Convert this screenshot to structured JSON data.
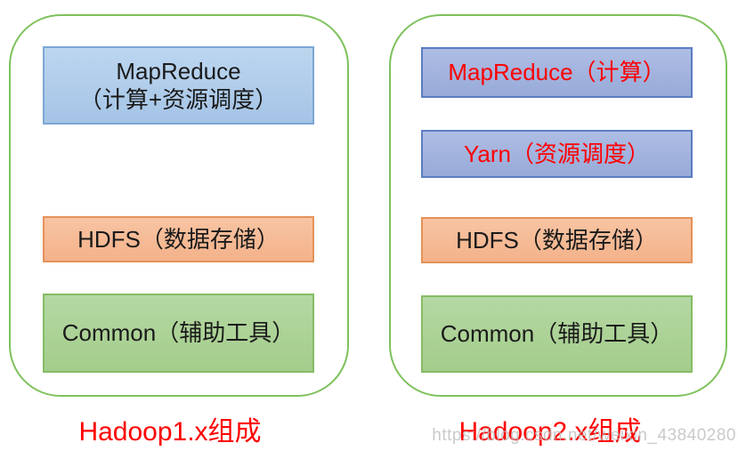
{
  "panels": [
    {
      "caption": "Hadoop1.x组成",
      "boxes": {
        "mapreduce_line1": "MapReduce",
        "mapreduce_line2": "（计算+资源调度）",
        "hdfs": "HDFS（数据存储）",
        "common": "Common（辅助工具）"
      }
    },
    {
      "caption": "Hadoop2.x组成",
      "boxes": {
        "mapreduce": "MapReduce（计算）",
        "yarn": "Yarn（资源调度）",
        "hdfs": "HDFS（数据存储）",
        "common": "Common（辅助工具）"
      }
    }
  ],
  "watermark": "https://blog.csdn.net/weixin_43840280",
  "colors": {
    "container_border": "#7ec15b",
    "blue_light_fill": "#a9c7e8",
    "blue_light_border": "#7ca6d4",
    "blue_purple_fill": "#9fb0dd",
    "blue_purple_border": "#5c7dc4",
    "orange_fill": "#f5bb98",
    "orange_border": "#e59258",
    "green_fill": "#abd396",
    "green_border": "#85bc64",
    "highlight_text": "#fe0000",
    "caption_text": "#fe0000",
    "watermark_text": "#bdbdbd"
  }
}
